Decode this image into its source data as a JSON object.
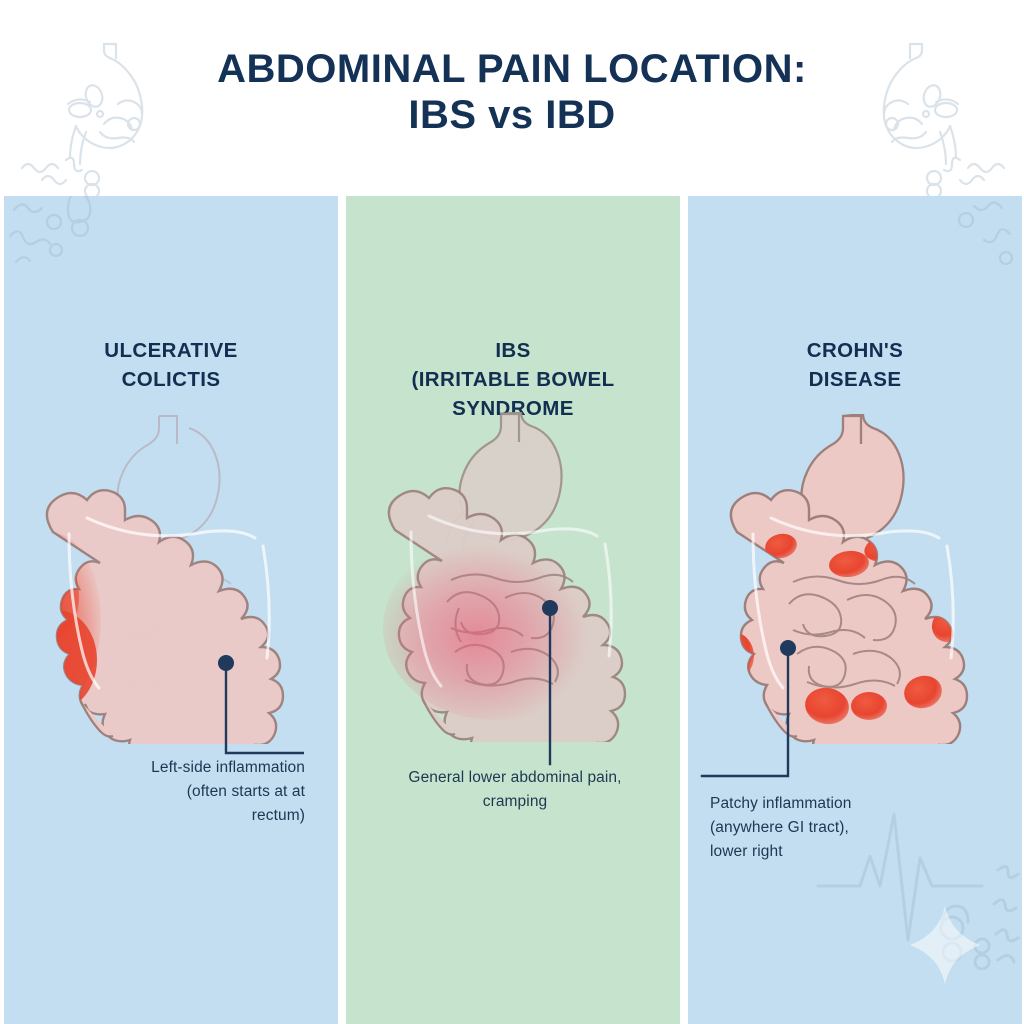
{
  "header": {
    "title_line1": "ABDOMINAL PAIN LOCATION:",
    "title_line2": "IBS vs IBD",
    "deco_left": "stomach-line-art",
    "deco_right": "stomach-line-art-mirrored"
  },
  "theme": {
    "title_color": "#143156",
    "panel_blue": "#c3def0",
    "panel_green": "#c6e4cd",
    "organ_fill": "#edc9c6",
    "organ_stroke": "#9d7f7c",
    "inflammation_red": "#e8452f",
    "connector_color": "#1f3a5c",
    "caption_color": "#1d3753",
    "page_background": "#ffffff"
  },
  "panels": [
    {
      "id": "ulcerative-colitis",
      "title": "ULCERATIVE COLICTIS",
      "title_lines": [
        "ULCERATIVE",
        "COLICTIS"
      ],
      "background": "#c3def0",
      "caption": "Left-side inflammation (often starts at at rectum)",
      "caption_lines": [
        "Left-side inflammation",
        "(often starts at at",
        "rectum)"
      ],
      "caption_align": "right",
      "inflammation_pattern": "continuous-descending-colon-left",
      "inflammation_description": "Solid red gradient along the descending colon and sigmoid on the left side",
      "marker": "pointer-dot"
    },
    {
      "id": "ibs",
      "title": "IBS (IRRITABLE BOWEL SYNDROME",
      "title_lines": [
        "IBS",
        "(IRRITABLE BOWEL",
        "SYNDROME"
      ],
      "background": "#c6e4cd",
      "caption": "General lower abdominal pain, cramping",
      "caption_lines": [
        "General lower abdominal pain,",
        "cramping"
      ],
      "caption_align": "center",
      "inflammation_pattern": "diffuse-central-glow",
      "inflammation_description": "Soft diffuse pink haze over the central and lower abdomen, no discrete lesions",
      "marker": "pointer-dot"
    },
    {
      "id": "crohns-disease",
      "title": "CROHN'S DISEASE",
      "title_lines": [
        "CROHN'S",
        "DISEASE"
      ],
      "background": "#c3def0",
      "caption": "Patchy inflammation (anywhere GI tract), lower right",
      "caption_lines": [
        "Patchy inflammation",
        "(anywhere GI tract),",
        " lower right"
      ],
      "caption_align": "left",
      "inflammation_pattern": "patchy-skip-lesions",
      "inflammation_description": "Discrete red skip lesions scattered around the whole colon, heaviest at lower right",
      "marker": "pointer-dot"
    }
  ],
  "decorations": {
    "microbes": "bacteria-squiggles",
    "ecg": "heartbeat-line",
    "sparkle": "four-point-star"
  }
}
